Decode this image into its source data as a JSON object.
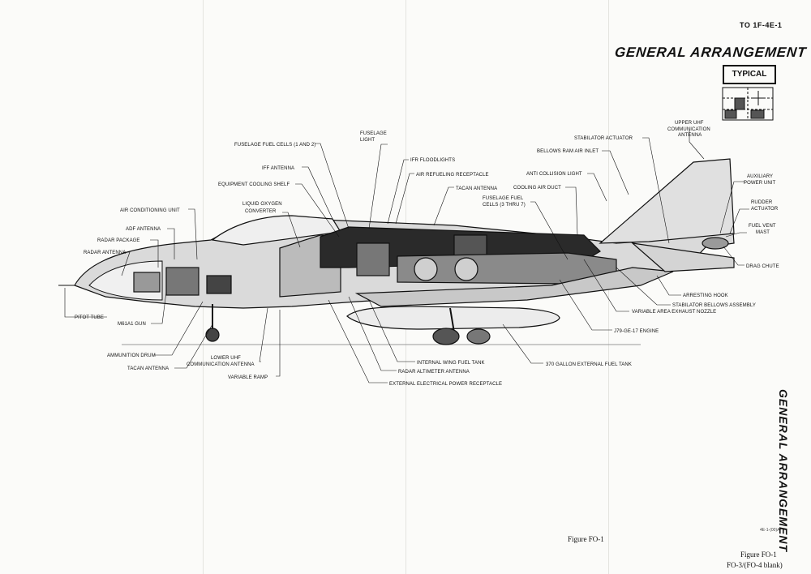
{
  "page": {
    "doc_number": "TO 1F-4E-1",
    "title": "GENERAL ARRANGEMENT",
    "typical_label": "TYPICAL",
    "side_title": "GENERAL ARRANGEMENT",
    "figure_code": "4E-1-(00)A",
    "figure_caption_center": "Figure FO-1",
    "figure_caption_right": "Figure FO-1",
    "page_number": "FO-3/(FO-4 blank)"
  },
  "labels": {
    "fuselage_light_1": "FUSELAGE",
    "fuselage_light_2": "LIGHT",
    "fuselage_fuel_cells_1_2": "FUSELAGE FUEL CELLS (1 AND 2)",
    "ifr_floodlights": "IFR FLOODLIGHTS",
    "iff_antenna": "IFF ANTENNA",
    "air_refueling_receptacle": "AIR REFUELING RECEPTACLE",
    "equipment_cooling_shelf": "EQUIPMENT COOLING SHELF",
    "tacan_antenna_top": "TACAN ANTENNA",
    "liquid_oxygen_1": "LIQUID OXYGEN",
    "liquid_oxygen_2": "CONVERTER",
    "fuselage_fuel_cells_3_7_1": "FUSELAGE FUEL",
    "fuselage_fuel_cells_3_7_2": "CELLS (3 THRU 7)",
    "air_conditioning_unit": "AIR CONDITIONING UNIT",
    "adf_antenna": "ADF ANTENNA",
    "radar_package": "RADAR PACKAGE",
    "radar_antenna": "RADAR ANTENNA",
    "pitot_tube": "PITOT TUBE",
    "m61a1_gun": "M61A1 GUN",
    "ammunition_drum": "AMMUNITION DRUM",
    "tacan_antenna_bottom": "TACAN ANTENNA",
    "lower_uhf_1": "LOWER UHF",
    "lower_uhf_2": "COMMUNICATION ANTENNA",
    "variable_ramp": "VARIABLE RAMP",
    "internal_wing_fuel_tank": "INTERNAL WING FUEL TANK",
    "radar_altimeter_antenna": "RADAR ALTIMETER ANTENNA",
    "external_electrical_power": "EXTERNAL ELECTRICAL POWER RECEPTACLE",
    "external_fuel_tank": "370 GALLON EXTERNAL FUEL TANK",
    "engine": "J79-GE-17 ENGINE",
    "variable_area_nozzle": "VARIABLE AREA EXHAUST NOZZLE",
    "stabilator_bellows": "STABILATOR BELLOWS ASSEMBLY",
    "arresting_hook": "ARRESTING HOOK",
    "drag_chute": "DRAG CHUTE",
    "fuel_vent_1": "FUEL VENT",
    "fuel_vent_2": "MAST",
    "rudder_actuator_1": "RUDDER",
    "rudder_actuator_2": "ACTUATOR",
    "apu_1": "AUXILIARY",
    "apu_2": "POWER UNIT",
    "upper_uhf_1": "UPPER UHF",
    "upper_uhf_2": "COMMUNICATION",
    "upper_uhf_3": "ANTENNA",
    "stabilator_actuator": "STABILATOR ACTUATOR",
    "bellows_ram_air_inlet": "BELLOWS RAM AIR INLET",
    "anti_collision_light": "ANTI COLLISION LIGHT",
    "cooling_air_duct": "COOLING AIR DUCT"
  }
}
